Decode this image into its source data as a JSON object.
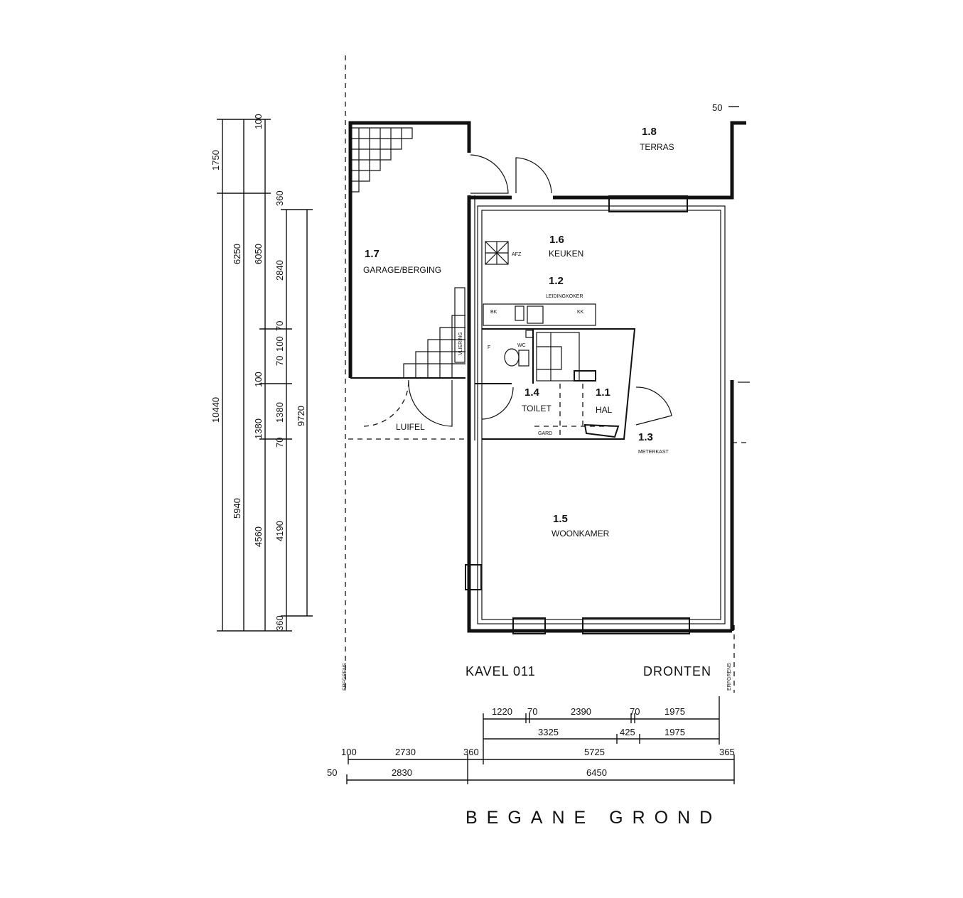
{
  "rooms": [
    {
      "number": "1.1",
      "name": "HAL"
    },
    {
      "number": "1.2",
      "name": "LEIDINGKOKER"
    },
    {
      "number": "1.3",
      "name": "METERKAST"
    },
    {
      "number": "1.4",
      "name": "TOILET"
    },
    {
      "number": "1.5",
      "name": "WOONKAMER"
    },
    {
      "number": "1.6",
      "name": "KEUKEN"
    },
    {
      "number": "1.7",
      "name": "GARAGE/BERGING"
    },
    {
      "number": "1.8",
      "name": "TERRAS"
    }
  ],
  "labels": {
    "luifel": "LUIFEL",
    "garderobe": "GARD",
    "wc": "WC",
    "fontein": "F",
    "afz": "AFZ",
    "bk": "BK",
    "kk": "KK",
    "vliering": "VLIERING",
    "erfgrens_left": "ERFGRENS",
    "erfgrens_right": "ERFGRENS"
  },
  "plot": {
    "kavel": "KAVEL 011",
    "place": "DRONTEN"
  },
  "floor_title": "BEGANE GROND",
  "dimensions": {
    "top_50": "50",
    "vertical": [
      "1750",
      "100",
      "6250",
      "6050",
      "360",
      "2840",
      "70",
      "100",
      "70",
      "100",
      "1380",
      "1380",
      "70",
      "10440",
      "5940",
      "4560",
      "4190",
      "360",
      "9720"
    ],
    "row1": [
      "1220",
      "70",
      "2390",
      "70",
      "1975"
    ],
    "row2": [
      "3325",
      "425",
      "1975"
    ],
    "row3": [
      "100",
      "2730",
      "360",
      "5725",
      "365"
    ],
    "row4": [
      "50",
      "2830",
      "6450"
    ]
  }
}
